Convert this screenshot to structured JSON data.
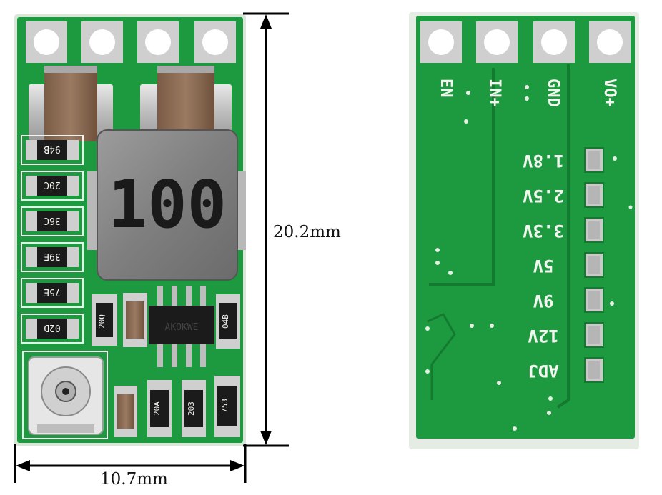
{
  "dimensions": {
    "height_label": "20.2mm",
    "width_label": "10.7mm"
  },
  "front_board": {
    "inductor_marking": "100",
    "resistor_markings": [
      "94B",
      "20C",
      "36C",
      "39E",
      "75E",
      "02D"
    ],
    "small_markings": [
      "20Q",
      "20A",
      "04B",
      "203",
      "753"
    ],
    "ic_marking": "AKOKWE"
  },
  "back_board": {
    "pin_labels": [
      "EN",
      "IN+",
      "GND",
      "VO+"
    ],
    "voltage_labels": [
      "1.8V",
      "2.5V",
      "3.3V",
      "5V",
      "9V",
      "12V",
      "ADJ"
    ]
  },
  "colors": {
    "pcb_green": "#1d9a3f",
    "pcb_dark_green": "#137a2f",
    "pcb_edge": "#d9e6d8",
    "copper_pad": "#c9c9c9",
    "silkscreen": "#f2f5ef",
    "inductor_gray": "#8a8a8a",
    "capacitor_brown": "#8a6a52"
  }
}
